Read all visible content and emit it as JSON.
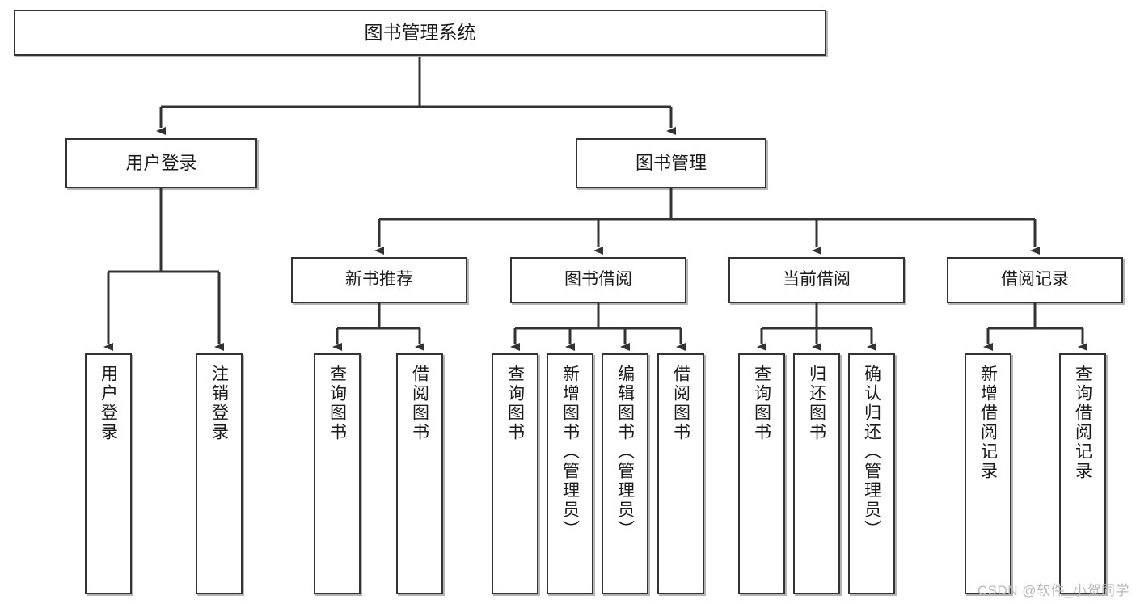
{
  "diagram": {
    "title": "图书管理系统",
    "type": "tree-hierarchy-chart",
    "root": {
      "label": "图书管理系统"
    },
    "level2": [
      {
        "label": "用户登录"
      },
      {
        "label": "图书管理"
      }
    ],
    "level3": [
      {
        "label": "新书推荐"
      },
      {
        "label": "图书借阅"
      },
      {
        "label": "当前借阅"
      },
      {
        "label": "借阅记录"
      }
    ],
    "leaves": {
      "user_login": [
        {
          "label": "用户登录"
        },
        {
          "label": "注销登录"
        }
      ],
      "new_book_recommend": [
        {
          "label": "查询图书"
        },
        {
          "label": "借阅图书"
        }
      ],
      "book_borrow": [
        {
          "label": "查询图书"
        },
        {
          "label": "新增图书（管理员）"
        },
        {
          "label": "编辑图书（管理员）"
        },
        {
          "label": "借阅图书"
        }
      ],
      "current_borrow": [
        {
          "label": "查询图书"
        },
        {
          "label": "归还图书"
        },
        {
          "label": "确认归还（管理员）"
        }
      ],
      "borrow_record": [
        {
          "label": "新增借阅记录"
        },
        {
          "label": "查询借阅记录"
        }
      ]
    }
  },
  "watermark": {
    "text": "CSDN @软件_小贺同学"
  },
  "colors": {
    "box_border": "#333333",
    "line": "#333333",
    "text": "#1a1a1a",
    "background": "#ffffff",
    "watermark": "#b9b9b9"
  }
}
